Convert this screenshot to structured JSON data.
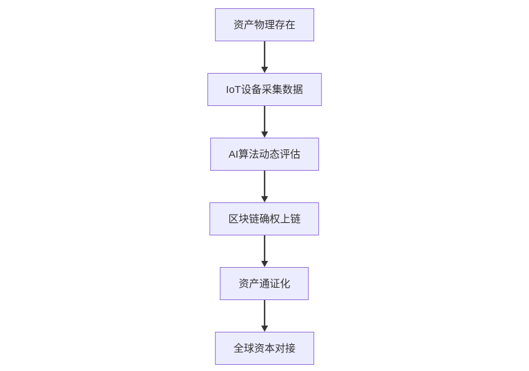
{
  "flowchart": {
    "type": "flowchart",
    "direction": "top-down",
    "nodes": [
      {
        "id": 0,
        "label": "资产物理存在"
      },
      {
        "id": 1,
        "label": "IoT设备采集数据"
      },
      {
        "id": 2,
        "label": "AI算法动态评估"
      },
      {
        "id": 3,
        "label": "区块链确权上链"
      },
      {
        "id": 4,
        "label": "资产通证化"
      },
      {
        "id": 5,
        "label": "全球资本对接"
      }
    ],
    "edges": [
      {
        "from": 0,
        "to": 1,
        "label": ""
      },
      {
        "from": 1,
        "to": 2,
        "label": ""
      },
      {
        "from": 2,
        "to": 3,
        "label": ""
      },
      {
        "from": 3,
        "to": 4,
        "label": ""
      },
      {
        "from": 4,
        "to": 5,
        "label": ""
      }
    ],
    "colors": {
      "node_fill": "#ECECFF",
      "node_border": "#9370DB",
      "arrow": "#333333",
      "text": "#333333",
      "background": "#ffffff"
    }
  }
}
